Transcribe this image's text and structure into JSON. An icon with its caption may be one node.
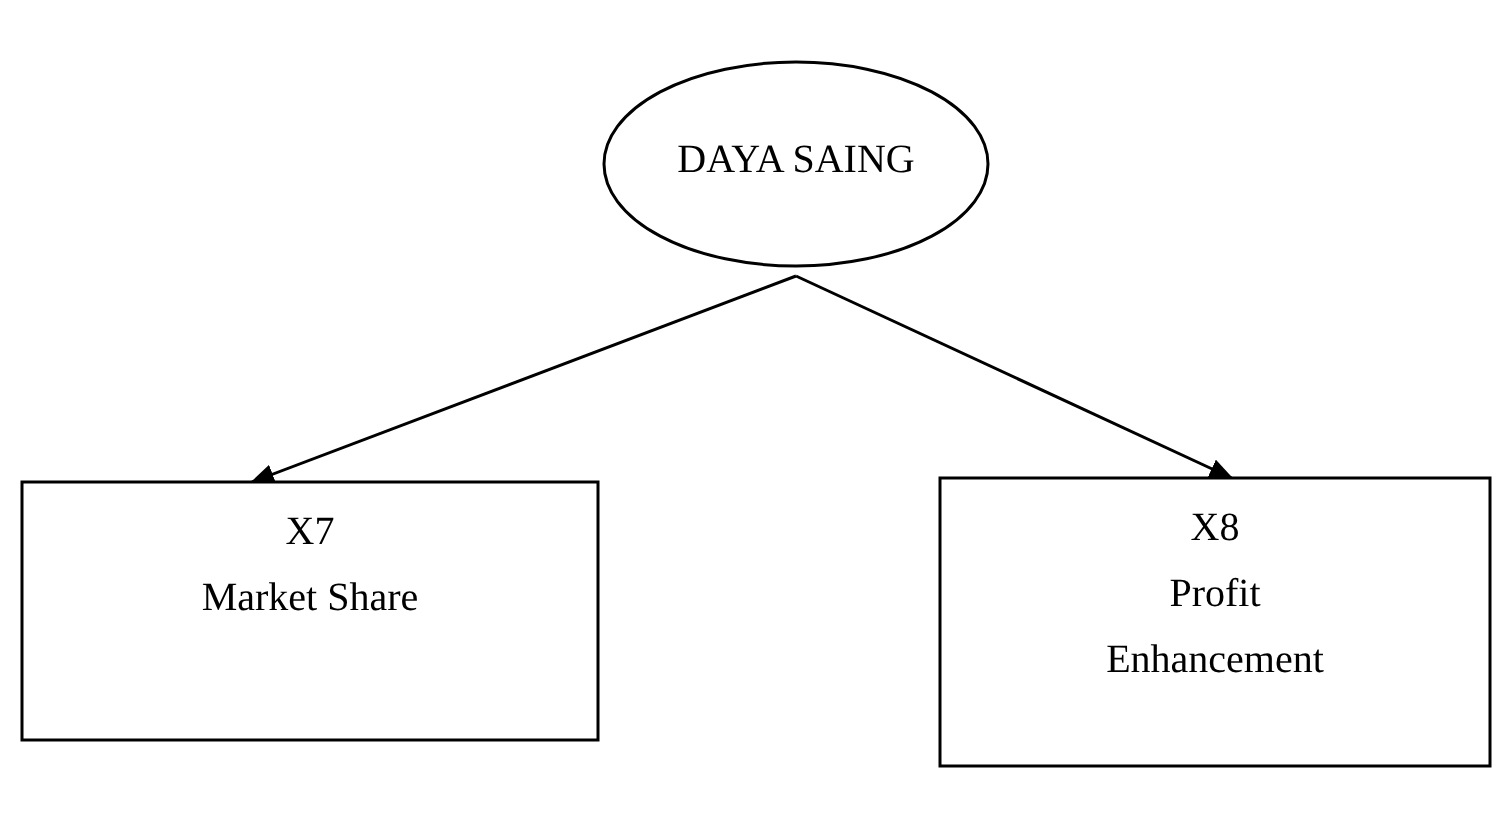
{
  "diagram": {
    "nodes": [
      {
        "text": [
          "DAYA SAING"
        ]
      },
      {
        "text": [
          "X7",
          "Market Share"
        ]
      },
      {
        "text": [
          "X8",
          "Profit Enhancement"
        ]
      }
    ],
    "edges": [
      {
        "from": 0,
        "to": 1,
        "arrow": "to"
      },
      {
        "from": 0,
        "to": 2,
        "arrow": "to"
      }
    ]
  }
}
